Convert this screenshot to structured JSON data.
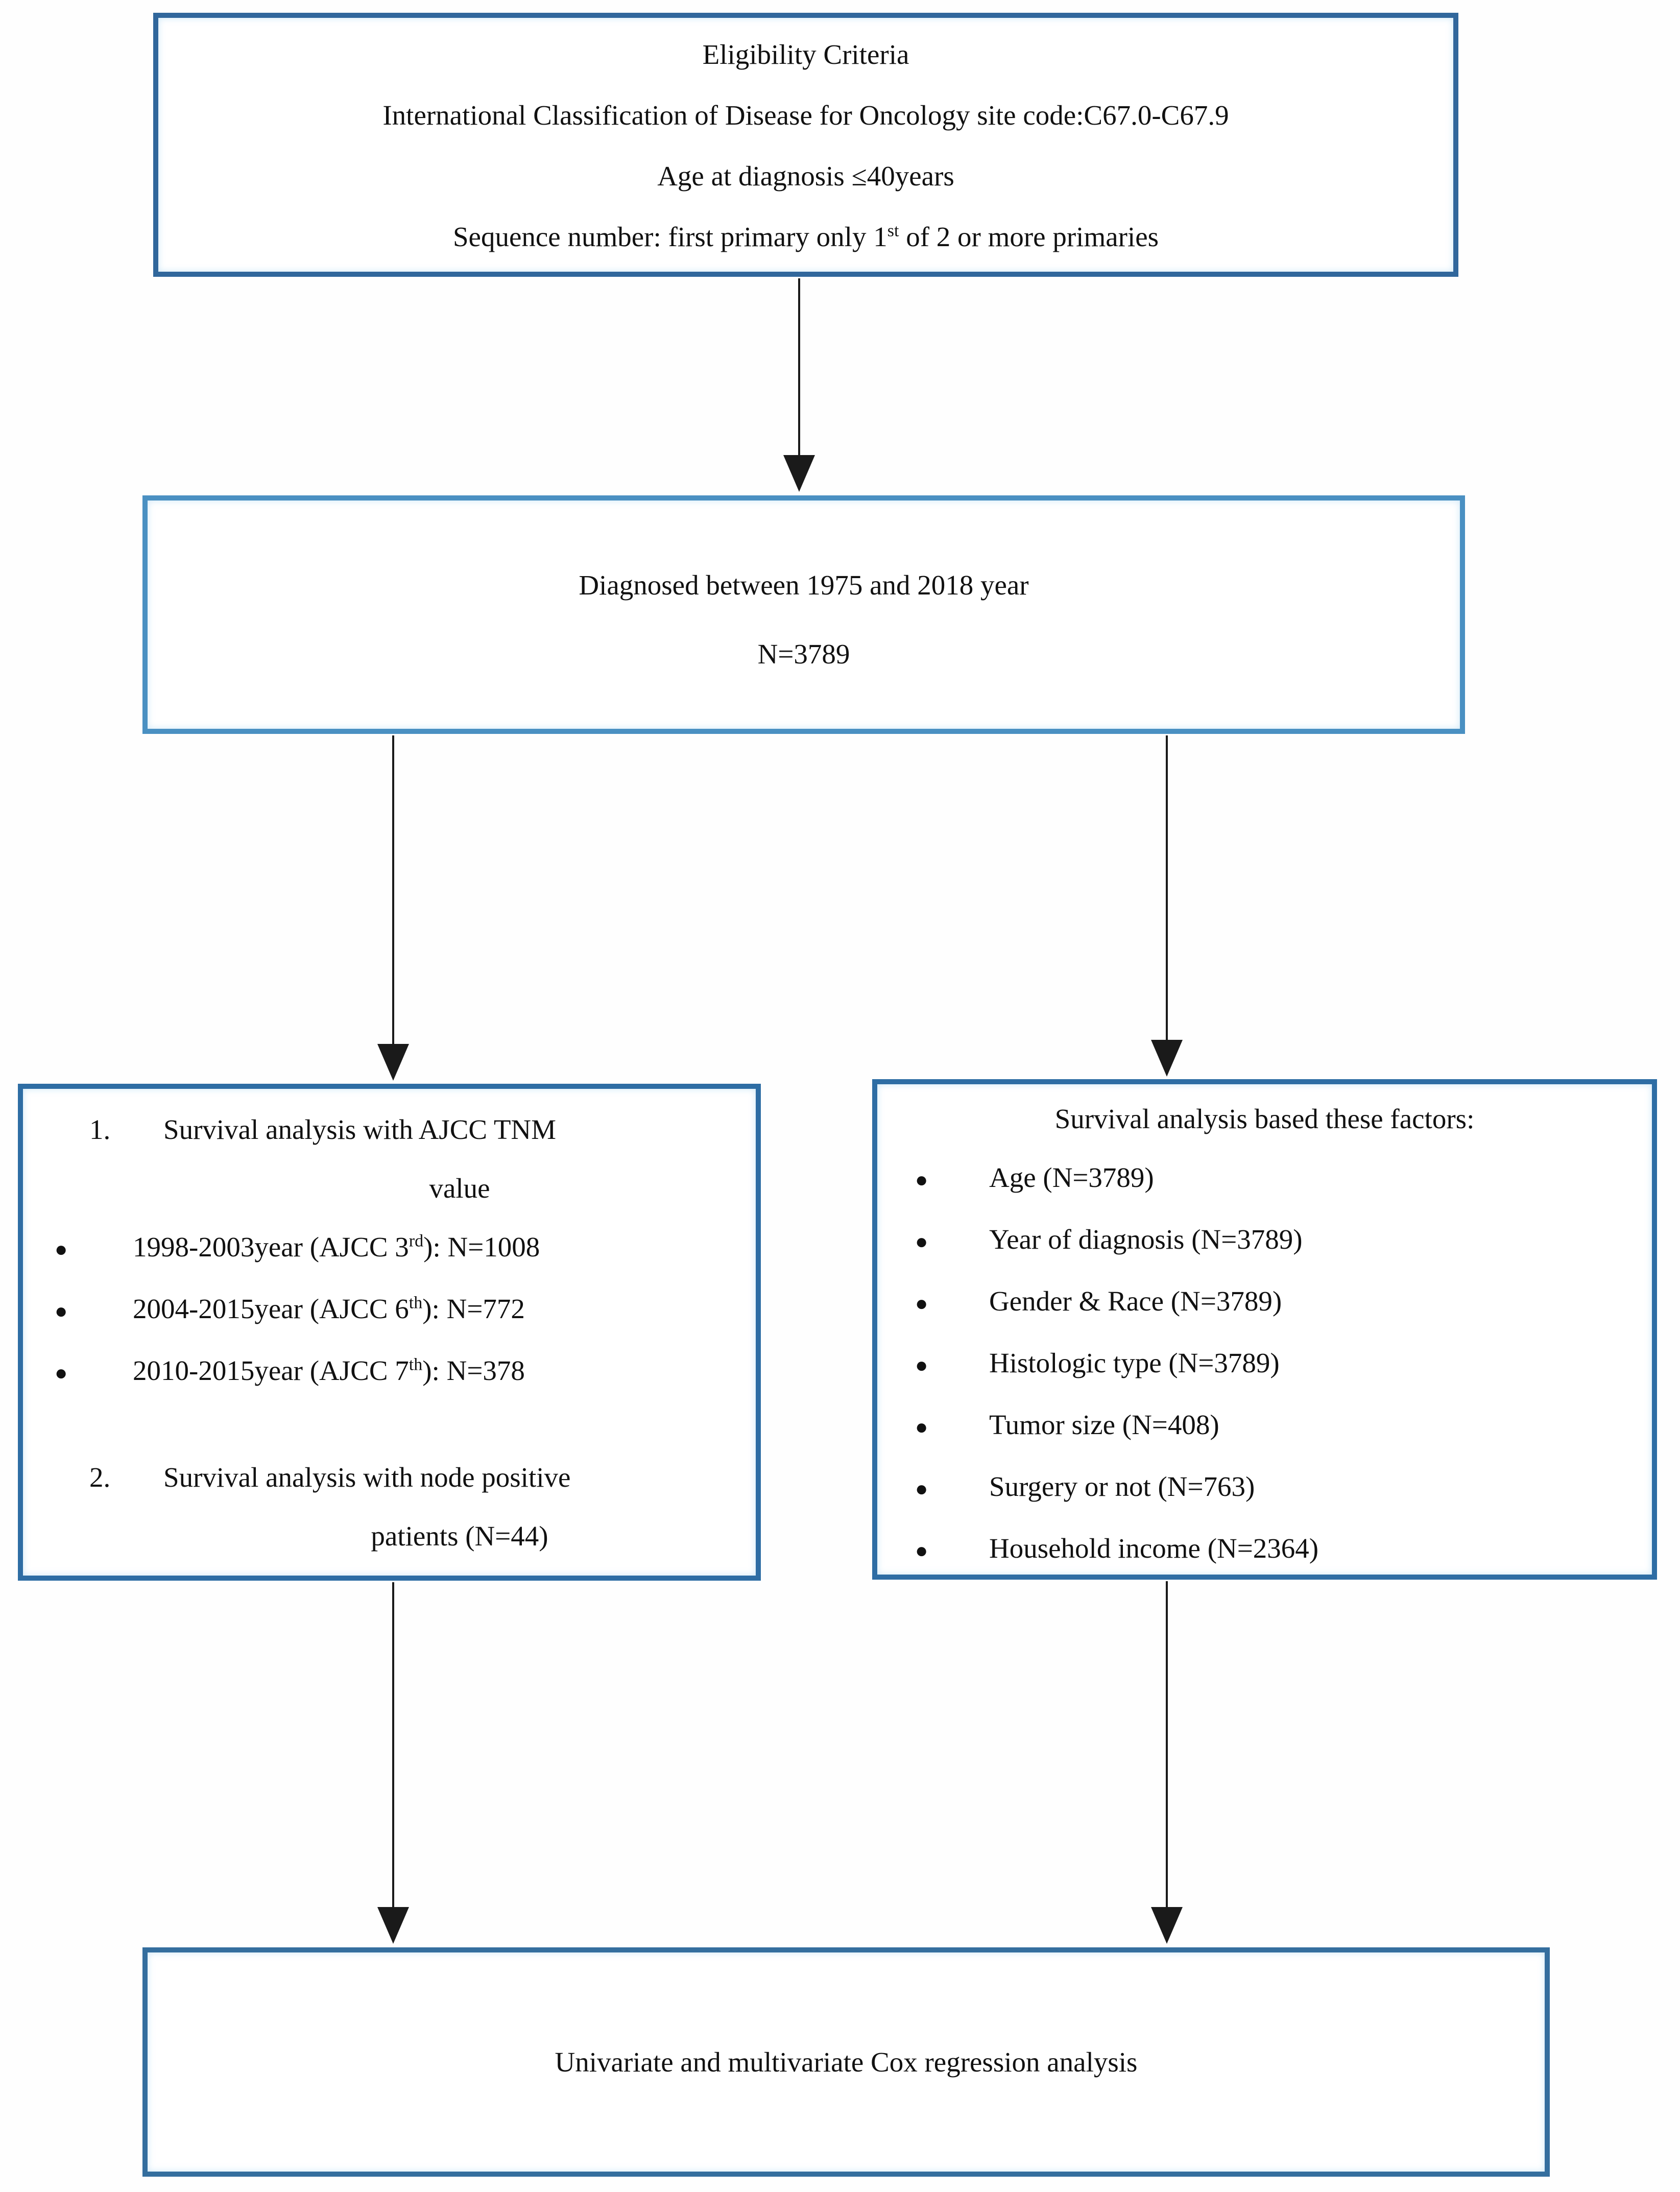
{
  "flowchart": {
    "eligibility_box": {
      "title": "Eligibility Criteria",
      "criteria_icd": "International Classification of Disease for Oncology site code:C67.0-C67.9",
      "criteria_age": "Age at diagnosis ≤40years",
      "criteria_seq_pre": "Sequence number: first primary only 1",
      "criteria_seq_sup": "st",
      "criteria_seq_post": " of 2 or more primaries"
    },
    "diagnosed_box": {
      "line1": "Diagnosed between 1975 and 2018 year",
      "line2": "N=3789"
    },
    "ajcc_box": {
      "item1_number": "1.",
      "item1_line1": "Survival analysis with AJCC TNM",
      "item1_line2": "value",
      "bullets": [
        {
          "pre": "1998-2003year (AJCC 3",
          "sup": "rd",
          "post": "): N=1008"
        },
        {
          "pre": "2004-2015year (AJCC 6",
          "sup": "th",
          "post": "): N=772"
        },
        {
          "pre": "2010-2015year (AJCC 7",
          "sup": "th",
          "post": "): N=378"
        }
      ],
      "item2_number": "2.",
      "item2_line1": "Survival analysis with node positive",
      "item2_line2": "patients (N=44)"
    },
    "factors_box": {
      "header": "Survival analysis based these factors:",
      "bullets": [
        "Age (N=3789)",
        "Year of diagnosis  (N=3789)",
        "Gender & Race  (N=3789)",
        "Histologic type  (N=3789)",
        "Tumor size (N=408)",
        "Surgery or not (N=763)",
        "Household income (N=2364)"
      ]
    },
    "cox_box": {
      "text": "Univariate and multivariate Cox regression analysis"
    },
    "bullet_glyph": "●",
    "colors": {
      "eligibility_border": "#31679c",
      "diagnosed_border": "#4a90c2",
      "ajcc_border": "#2e6da4",
      "factors_border": "#2e6da4",
      "cox_border": "#346e9e",
      "arrow": "#1a1a1a"
    }
  }
}
